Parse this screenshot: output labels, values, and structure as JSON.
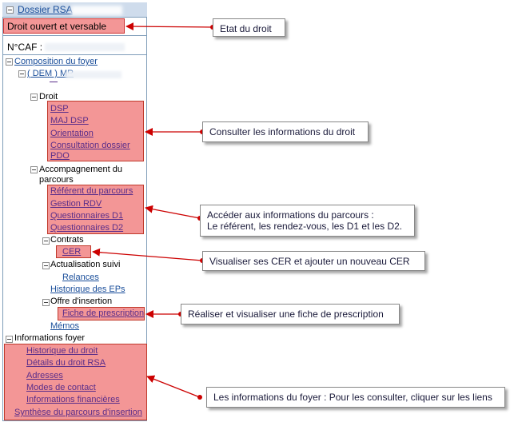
{
  "dossier": {
    "title": "Dossier RSA"
  },
  "etat": {
    "label": "Droit ouvert et versable"
  },
  "caf": {
    "label": "N°CAF :"
  },
  "tree": {
    "composition": "Composition du foyer",
    "dem": "( DEM ) MR",
    "droit": "Droit",
    "droit_links": [
      "DSP",
      "MAJ DSP",
      "Orientation",
      "Consultation dossier",
      "PDO"
    ],
    "accompagnement_1": "Accompagnement du",
    "accompagnement_2": "parcours",
    "parcours_links": [
      "Référent du parcours",
      "Gestion RDV",
      "Questionnaires D1",
      "Questionnaires D2"
    ],
    "contrats": "Contrats",
    "cer": "CER",
    "actualisation": "Actualisation suivi",
    "relances": "Relances",
    "historique_eps": "Historique des EPs",
    "offre": "Offre d'insertion",
    "fiche": "Fiche de prescription",
    "memos": "Mémos",
    "informations_foyer": "Informations foyer",
    "foyer_links": [
      "Historique du droit",
      "Détails du droit RSA",
      "Adresses",
      "Modes de contact",
      "Informations financières",
      "Synthèse du parcours d'insertion"
    ]
  },
  "callouts": {
    "etat": "Etat du droit",
    "consulter": "Consulter les informations du droit",
    "parcours_1": "Accéder aux informations du parcours :",
    "parcours_2": "Le référent, les rendez-vous, les D1 et les D2.",
    "cer": "Visualiser ses CER et ajouter un nouveau CER",
    "fiche": "Réaliser et visualiser une fiche de prescription",
    "foyer": "Les informations du foyer : Pour les consulter, cliquer sur les liens"
  },
  "colors": {
    "highlight": "#f39696",
    "arrow": "#cc0000",
    "link": "#5a2d8a"
  }
}
